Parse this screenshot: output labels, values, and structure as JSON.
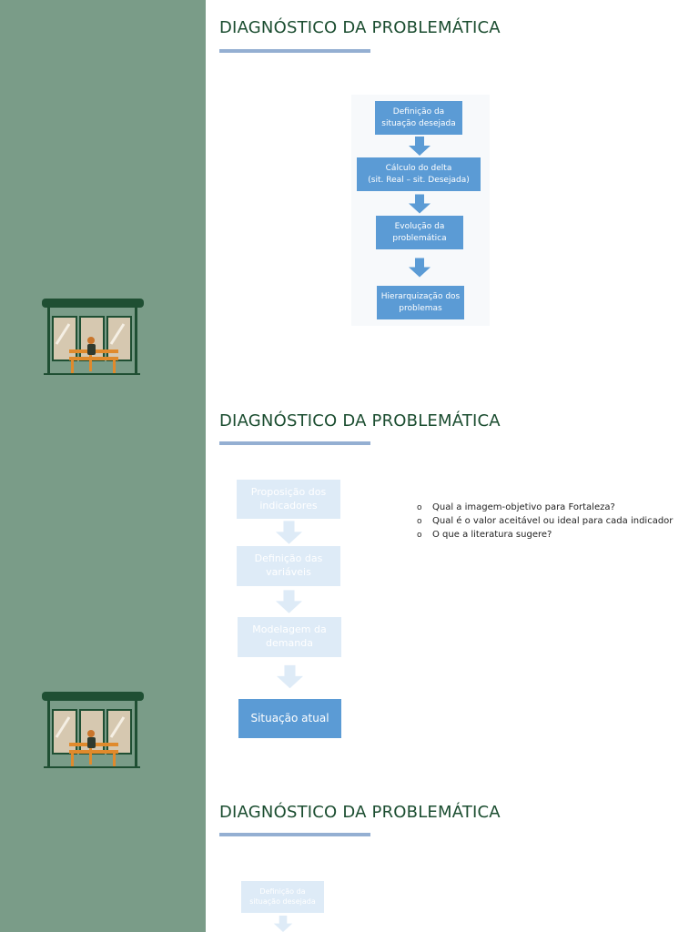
{
  "slides": [
    {
      "title": "DIAGNÓSTICO DA PROBLEMÁTICA",
      "flow": [
        [
          "Definição da",
          "situação desejada"
        ],
        [
          "Cálculo do delta",
          "(sit. Real – sit. Desejada)"
        ],
        [
          "Evolução da",
          "problemática"
        ],
        [
          "Hierarquização dos",
          "problemas"
        ]
      ]
    },
    {
      "title": "DIAGNÓSTICO DA PROBLEMÁTICA",
      "flow": [
        [
          "Proposição dos",
          "indicadores"
        ],
        [
          "Definição das",
          "variáveis"
        ],
        [
          "Modelagem da",
          "demanda"
        ],
        [
          "Situação atual"
        ]
      ],
      "questions": {
        "bullet": "o",
        "items": [
          "Qual a imagem-objetivo para Fortaleza?",
          "Qual é o valor aceitável ou ideal para cada indicador",
          "O que a literatura sugere?"
        ]
      }
    },
    {
      "title": "DIAGNÓSTICO DA PROBLEMÁTICA",
      "flow": [
        [
          "Definição da",
          "situação desejada"
        ]
      ]
    }
  ],
  "colors": {
    "sidebar": "#7a9c88",
    "title": "#1b4d30",
    "underline": "#94afd2",
    "flow_active": "#5b9bd5",
    "flow_faded": "#deebf7",
    "shelter_roof": "#1f4f33",
    "bench": "#e08a2c"
  },
  "icons": [
    "bus-stop-icon",
    "down-arrow-icon"
  ]
}
